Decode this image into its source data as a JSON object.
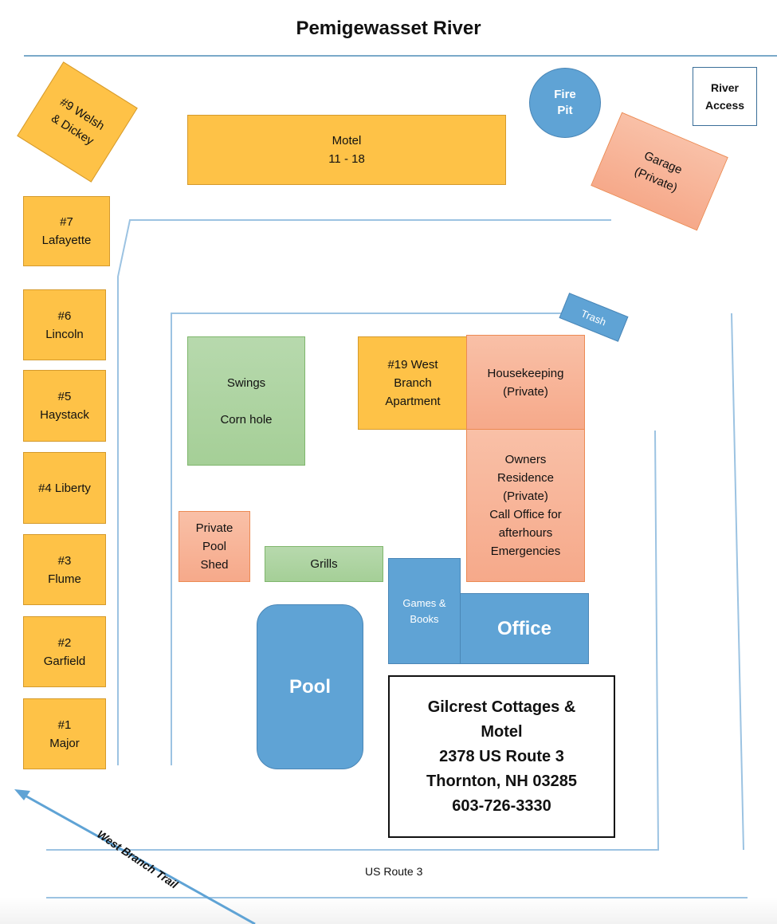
{
  "title": "Pemigewasset River",
  "colors": {
    "cottage": "#fec247",
    "private": "#f7b196",
    "amenity_green": "#aed39f",
    "amenity_blue": "#5fa3d5",
    "road": "#7fb1d8"
  },
  "cottages": [
    {
      "id": "9",
      "label": "#9 Welsh\n& Dickey"
    },
    {
      "id": "7",
      "label": "#7\nLafayette"
    },
    {
      "id": "6",
      "label": "#6\nLincoln"
    },
    {
      "id": "5",
      "label": "#5\nHaystack"
    },
    {
      "id": "4",
      "label": "#4 Liberty"
    },
    {
      "id": "3",
      "label": "#3\nFlume"
    },
    {
      "id": "2",
      "label": "#2\nGarfield"
    },
    {
      "id": "1",
      "label": "#1\nMajor"
    }
  ],
  "motel": {
    "label": "Motel\n11 - 18"
  },
  "fire_pit": {
    "label": "Fire\nPit"
  },
  "river_access": {
    "label": "River\nAccess"
  },
  "garage": {
    "label": "Garage\n(Private)"
  },
  "trash": {
    "label": "Trash"
  },
  "swings": {
    "label": "Swings\n\nCorn hole"
  },
  "apartment": {
    "label": "#19 West\nBranch\nApartment"
  },
  "housekeeping": {
    "label": "Housekeeping\n(Private)"
  },
  "owners": {
    "label": "Owners\nResidence\n(Private)\nCall Office for\nafterhours\nEmergencies"
  },
  "pool_shed": {
    "label": "Private\nPool\nShed"
  },
  "grills": {
    "label": "Grills"
  },
  "games": {
    "label": "Games &\nBooks"
  },
  "office": {
    "label": "Office"
  },
  "pool": {
    "label": "Pool"
  },
  "address": {
    "name": "Gilcrest Cottages &\nMotel",
    "street": "2378 US Route 3",
    "city": "Thornton, NH 03285",
    "phone": "603-726-3330"
  },
  "roads": {
    "route": "US Route 3",
    "trail": "West Branch Trail"
  }
}
